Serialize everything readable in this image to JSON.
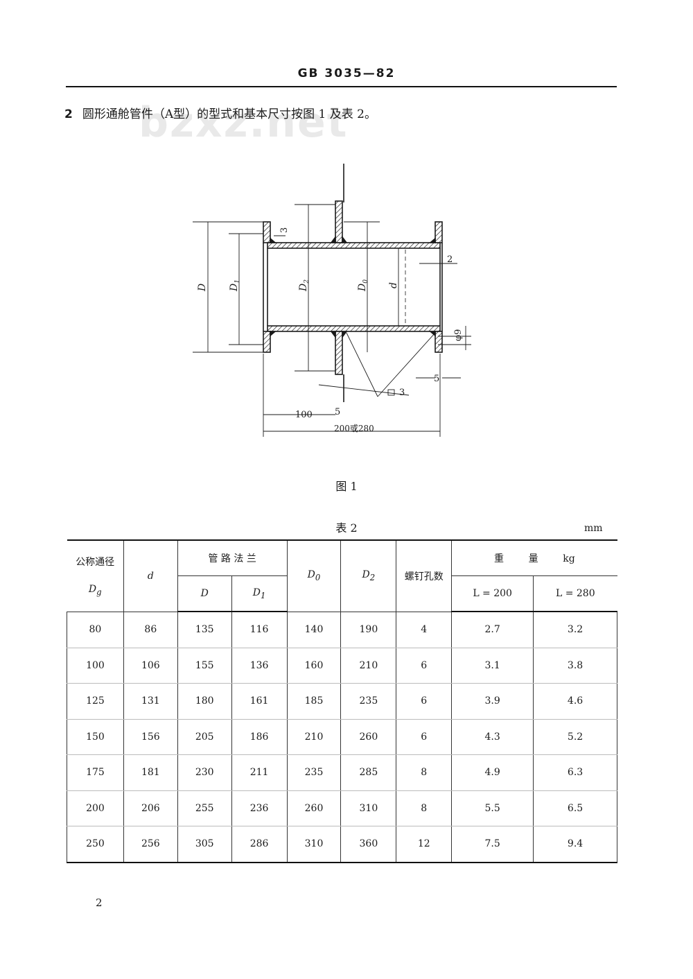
{
  "header": {
    "standard": "GB 3035—82"
  },
  "section": {
    "number": "2",
    "text": "圆形通舱管件（A型）的型式和基本尺寸按图 1 及表 2。"
  },
  "watermark": "bzxz.net",
  "figure": {
    "caption": "图 1",
    "labels": {
      "D": "D",
      "D1": "D",
      "D1_sub": "1",
      "D2": "D",
      "D2_sub": "2",
      "D0": "D",
      "D0_sub": "0",
      "d": "d",
      "dim_3_top": "3",
      "dim_2": "2",
      "dim_phi9": "φ9",
      "dim_5_right": "5",
      "dim_3_weld": "3",
      "dim_100": "100",
      "dim_5_bottom": "5",
      "dim_length": "200或280"
    }
  },
  "table": {
    "caption": "表 2",
    "unit": "mm",
    "headers": {
      "nominal_top": "公称通径",
      "nominal_bottom": "D",
      "nominal_sub": "g",
      "d": "d",
      "flange": "管 路 法 兰",
      "flange_D": "D",
      "flange_D1": "D",
      "flange_D1_sub": "1",
      "D0": "D",
      "D0_sub": "0",
      "D2": "D",
      "D2_sub": "2",
      "holes": "螺钉孔数",
      "weight": "重        量        kg",
      "L200": "L = 200",
      "L280": "L = 280"
    },
    "rows": [
      [
        "80",
        "86",
        "135",
        "116",
        "140",
        "190",
        "4",
        "2.7",
        "3.2"
      ],
      [
        "100",
        "106",
        "155",
        "136",
        "160",
        "210",
        "6",
        "3.1",
        "3.8"
      ],
      [
        "125",
        "131",
        "180",
        "161",
        "185",
        "235",
        "6",
        "3.9",
        "4.6"
      ],
      [
        "150",
        "156",
        "205",
        "186",
        "210",
        "260",
        "6",
        "4.3",
        "5.2"
      ],
      [
        "175",
        "181",
        "230",
        "211",
        "235",
        "285",
        "8",
        "4.9",
        "6.3"
      ],
      [
        "200",
        "206",
        "255",
        "236",
        "260",
        "310",
        "8",
        "5.5",
        "6.5"
      ],
      [
        "250",
        "256",
        "305",
        "286",
        "310",
        "360",
        "12",
        "7.5",
        "9.4"
      ]
    ]
  },
  "page_number": "2"
}
